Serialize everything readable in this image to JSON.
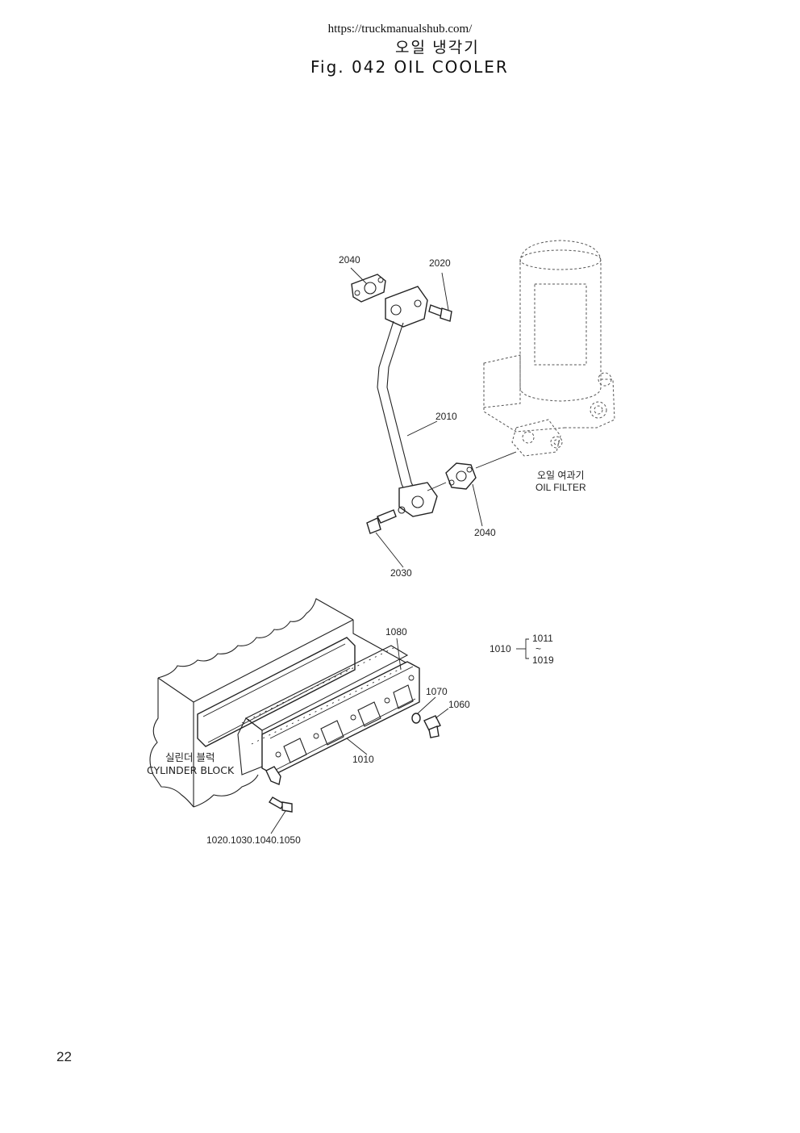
{
  "header": {
    "url": "https://truckmanualshub.com/",
    "title_korean": "오일 냉각기",
    "title_english": "Fig. 042 OIL COOLER"
  },
  "diagram": {
    "part_labels": {
      "p2040_top": "2040",
      "p2020": "2020",
      "p2010": "2010",
      "p2040_bottom": "2040",
      "p2030": "2030",
      "p1080": "1080",
      "p1070": "1070",
      "p1060": "1060",
      "p1010": "1010",
      "p1020_group": "1020.1030.1040.1050"
    },
    "oil_filter": {
      "korean": "오일 여과기",
      "english": "OIL FILTER"
    },
    "cylinder_block": {
      "korean": "실린더 블럭",
      "english": "CYLINDER BLOCK"
    },
    "subassembly": {
      "parent": "1010",
      "from": "1011",
      "tilde": "~",
      "to": "1019"
    }
  },
  "footer": {
    "page_number": "22"
  }
}
